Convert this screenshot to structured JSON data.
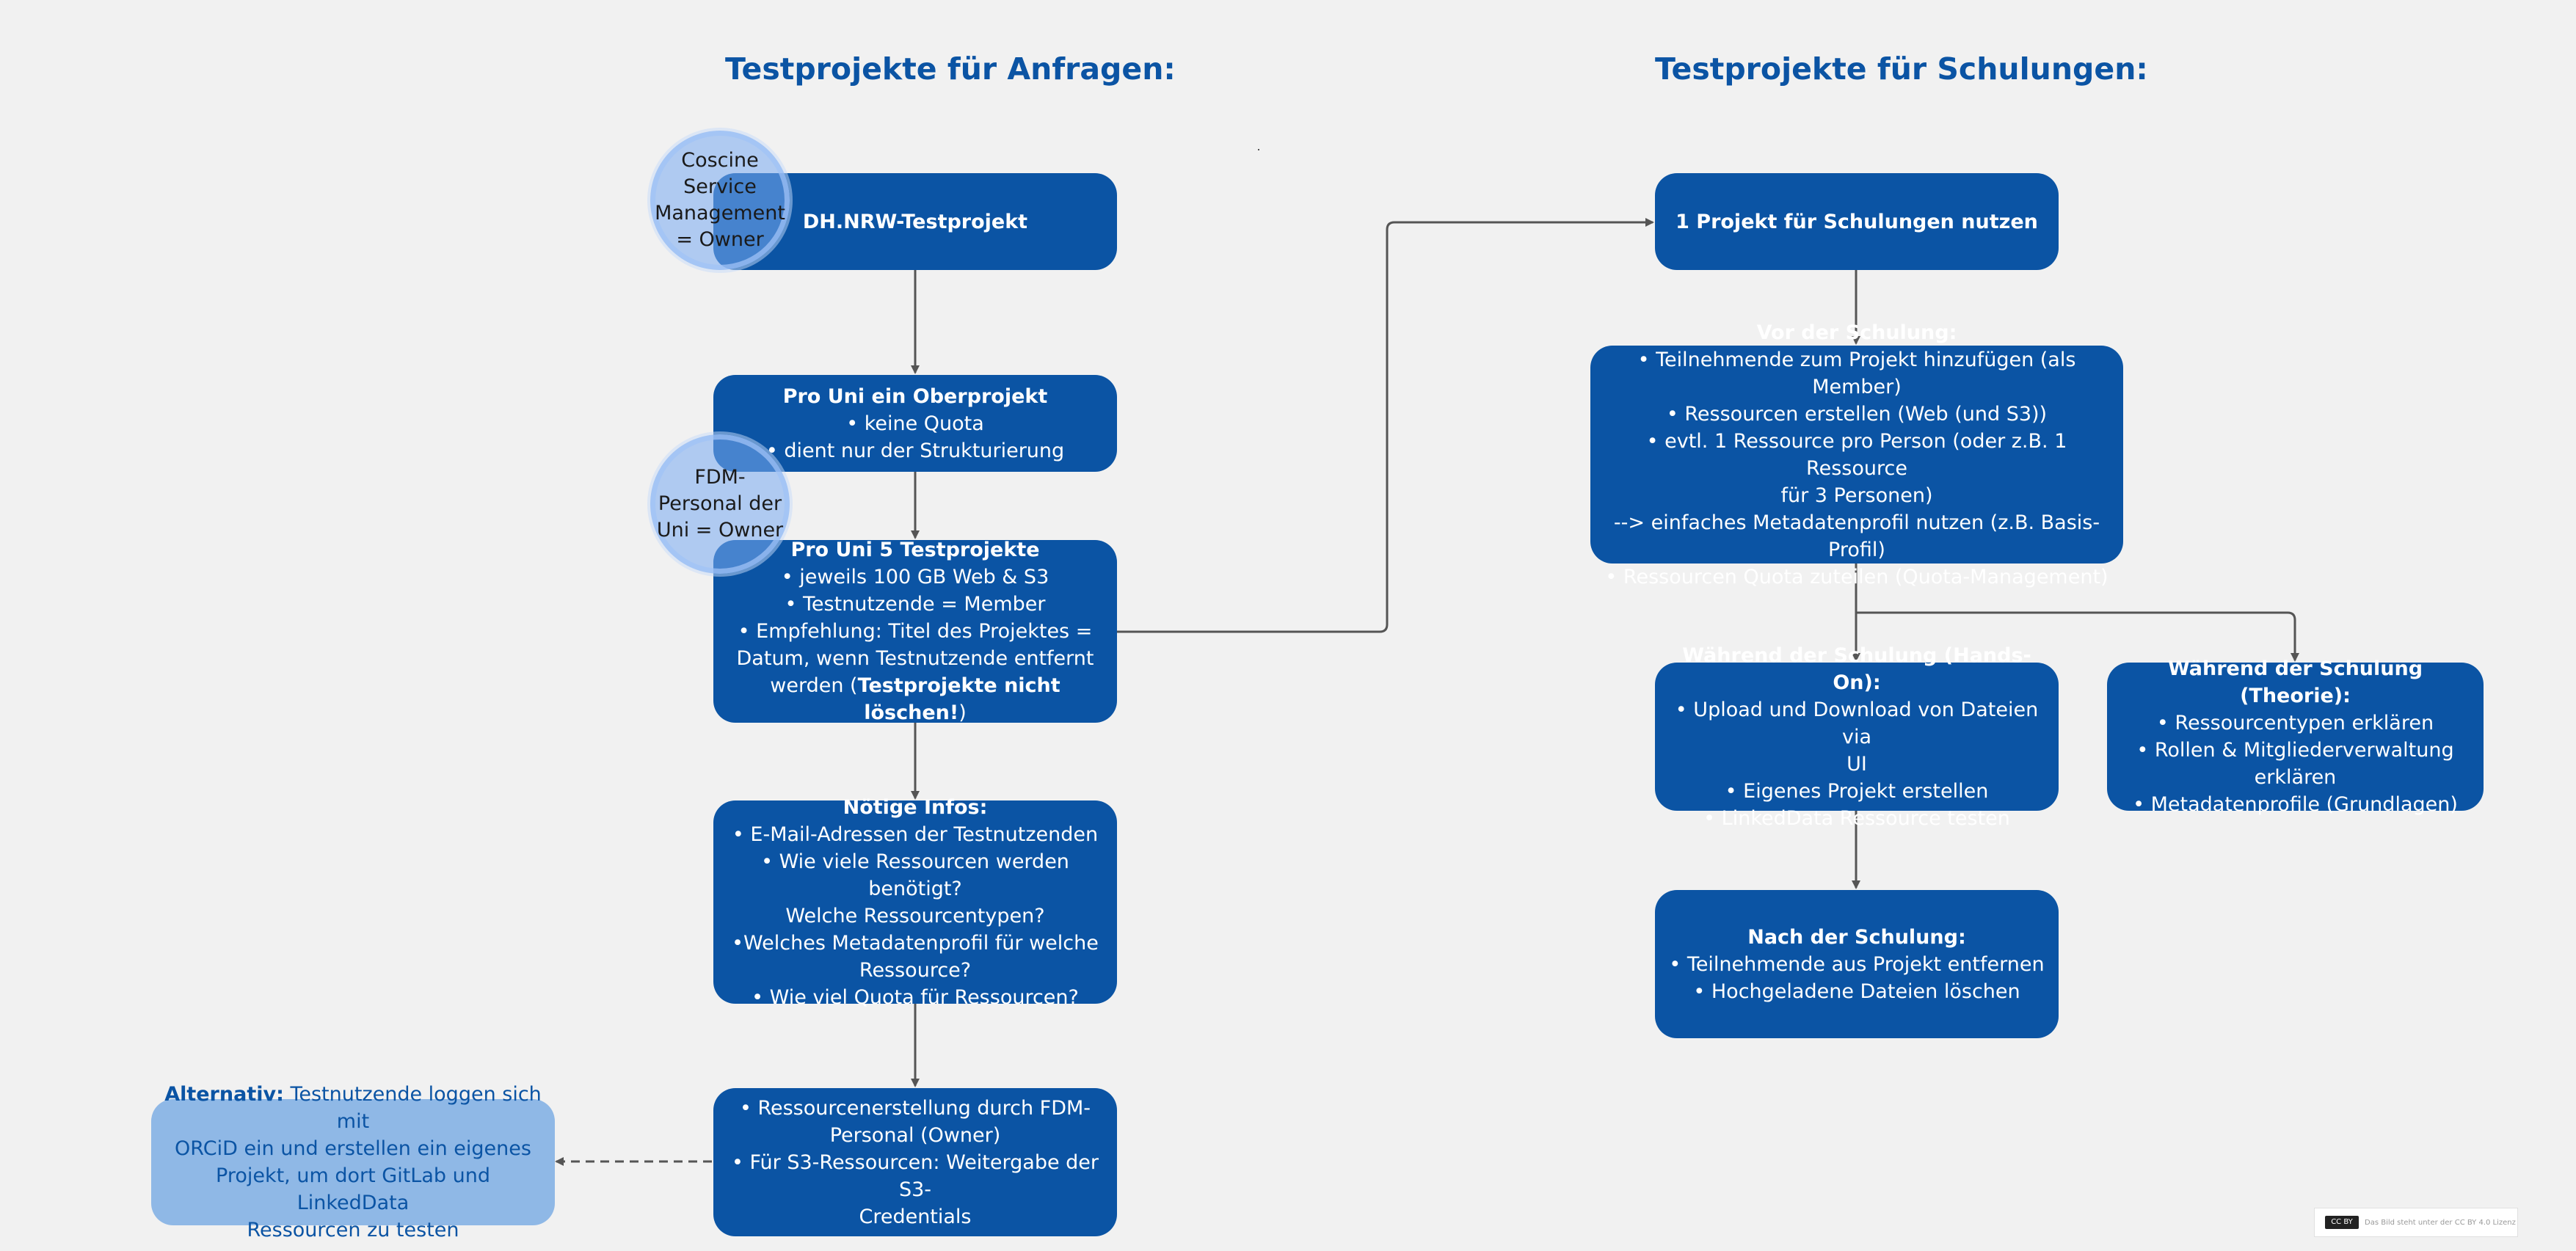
{
  "headings": {
    "left": "Testprojekte für Anfragen:",
    "right": "Testprojekte für Schulungen:"
  },
  "left": {
    "dhnrw": {
      "title": "DH.NRW-Testprojekt"
    },
    "oberprojekt": {
      "title": "Pro Uni ein Oberprojekt",
      "items": [
        "• keine Quota",
        "• dient nur der Strukturierung"
      ]
    },
    "testprojekte": {
      "title": "Pro Uni 5 Testprojekte",
      "items": [
        "• jeweils 100 GB Web & S3",
        "• Testnutzende = Member",
        "• Empfehlung: Titel des Projektes =",
        "Datum, wenn Testnutzende entfernt"
      ],
      "last_prefix": "werden (",
      "last_bold": "Testprojekte nicht löschen!",
      "last_suffix": ")"
    },
    "infos": {
      "title": "Nötige Infos:",
      "items": [
        "• E-Mail-Adressen der Testnutzenden",
        "• Wie viele Ressourcen werden benötigt?",
        "Welche Ressourcentypen?",
        "•Welches Metadatenprofil für welche",
        "Ressource?",
        "• Wie viel Quota für Ressourcen?"
      ]
    },
    "erstellung": {
      "items": [
        "• Ressourcenerstellung durch FDM-",
        "Personal (Owner)",
        "• Für S3-Ressourcen: Weitergabe der S3-",
        "Credentials"
      ]
    },
    "alternativ": {
      "label": "Alternativ:",
      "items_first": " Testnutzende loggen sich mit",
      "items": [
        "ORCiD ein und erstellen ein eigenes",
        "Projekt, um dort GitLab und LinkedData",
        "Ressourcen zu testen"
      ]
    },
    "circle_owner": {
      "lines": [
        "Coscine",
        "Service",
        "Management",
        "= Owner"
      ]
    },
    "circle_fdm": {
      "lines": [
        "FDM-",
        "Personal der",
        "Uni = Owner"
      ]
    }
  },
  "right": {
    "projekt": {
      "title": "1 Projekt für Schulungen nutzen"
    },
    "vor": {
      "title": "Vor der Schulung:",
      "items": [
        "• Teilnehmende zum Projekt hinzufügen (als Member)",
        "• Ressourcen erstellen (Web (und S3))",
        "• evtl. 1 Ressource pro Person (oder z.B. 1 Ressource",
        "für 3 Personen)",
        "--> einfaches Metadatenprofil nutzen (z.B. Basis-Profil)",
        "• Ressourcen Quota zuteilen (Quota-Management)"
      ]
    },
    "hands_on": {
      "title": "Während der Schulung (Hands-On):",
      "items": [
        "• Upload und Download von Dateien via",
        "UI",
        "• Eigenes Projekt erstellen",
        "• LinkedData Ressource testen"
      ]
    },
    "theorie": {
      "title": "Während der Schulung (Theorie):",
      "items": [
        "• Ressourcentypen erklären",
        "• Rollen & Mitgliederverwaltung",
        "erklären",
        "• Metadatenprofile (Grundlagen)"
      ]
    },
    "nach": {
      "title": "Nach der Schulung:",
      "items": [
        "• Teilnehmende aus Projekt entfernen",
        "• Hochgeladene Dateien löschen"
      ]
    }
  },
  "license": {
    "badge": "CC BY",
    "text": "Das Bild steht unter der CC BY 4.0 Lizenz"
  },
  "colors": {
    "box": "#0b54a4",
    "alt_box": "#8fb8e6",
    "background": "#f1f1f1",
    "connector": "#555555"
  }
}
